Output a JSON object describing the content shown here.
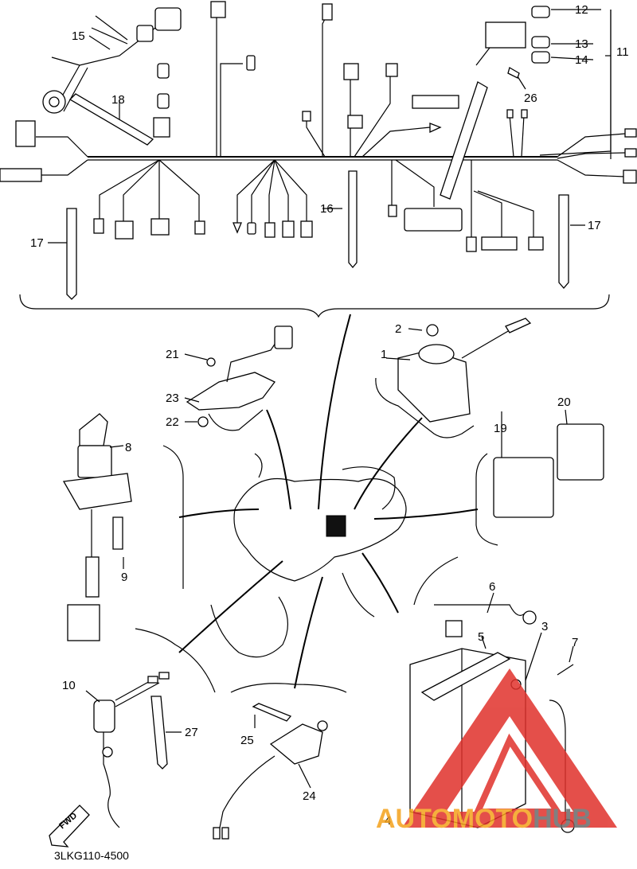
{
  "diagram": {
    "catalog_code": "3LKG110-4500",
    "fwd_label": "FWD",
    "callouts": {
      "c1": "1",
      "c2": "2",
      "c3": "3",
      "c4": "4",
      "c5": "5",
      "c6": "6",
      "c7": "7",
      "c8": "8",
      "c9": "9",
      "c10": "10",
      "c11": "11",
      "c12": "12",
      "c13": "13",
      "c14": "14",
      "c15": "15",
      "c16": "16",
      "c17a": "17",
      "c17b": "17",
      "c18": "18",
      "c19": "19",
      "c20": "20",
      "c21": "21",
      "c22": "22",
      "c23": "23",
      "c24": "24",
      "c25": "25",
      "c26": "26",
      "c27": "27"
    }
  },
  "watermark": {
    "part1": "AUTO",
    "part2": "MOTO",
    "part3": "HUB",
    "color_red": "#e0312b",
    "color_orange": "#f4a21c",
    "color_gray": "#6b6b6b"
  }
}
